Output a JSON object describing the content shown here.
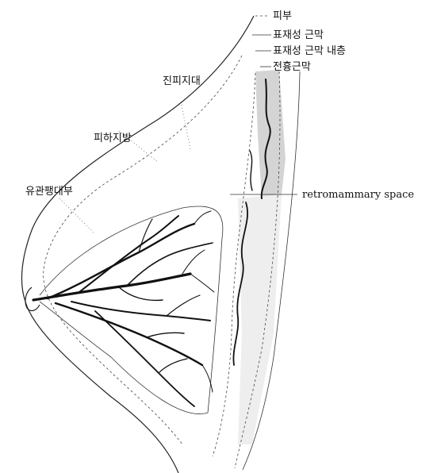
{
  "labels": {
    "skin": "피부",
    "superficial_fascia": "표재성 근막",
    "superficial_fascia_inner": "표재성 근막 내층",
    "pectoralis_fascia": "전흉근막",
    "dermis_zone": "진피지대",
    "subcutaneous_fat": "피하지방",
    "duct_dilation": "유관팽대부",
    "retromammary_space": "retromammary space"
  }
}
